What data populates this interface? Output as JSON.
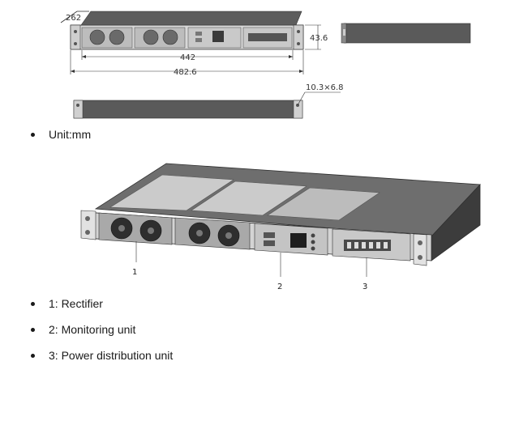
{
  "drawing": {
    "depth": "262",
    "height": "43.6",
    "inner_width": "442",
    "outer_width": "482.6",
    "slot": "10.3×6.8"
  },
  "bullets": [
    {
      "text": "Unit:mm"
    },
    {
      "text": "1: Rectifier"
    },
    {
      "text": "2: Monitoring unit"
    },
    {
      "text": "3: Power distribution unit"
    }
  ],
  "callouts": {
    "c1": "1",
    "c2": "2",
    "c3": "3"
  }
}
